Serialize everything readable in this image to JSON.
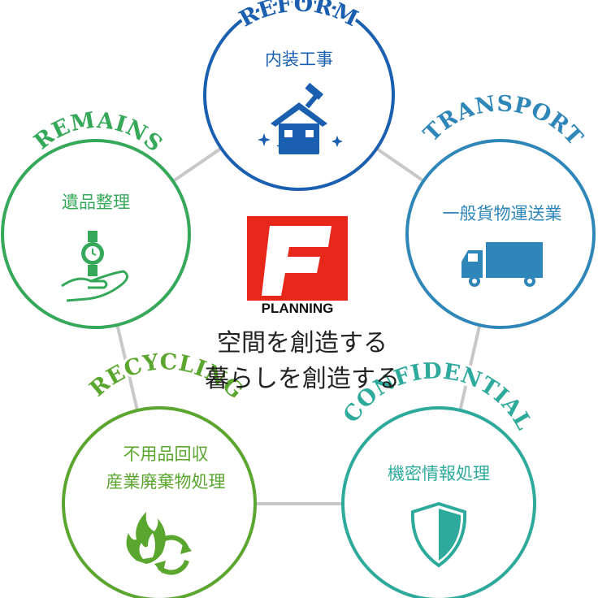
{
  "center": {
    "logo_letter": "F",
    "logo_word": "PLANNING",
    "tagline_1": "空間を創造する",
    "tagline_2": "暮らしを創造する",
    "logo_color": "#e8271b"
  },
  "nodes": [
    {
      "id": "reform",
      "title": "REFORM",
      "lines": [
        "内装工事"
      ],
      "color": "#1a5fb0",
      "icon": "house-with-hammer-icon"
    },
    {
      "id": "transport",
      "title": "TRANSPORT",
      "lines": [
        "一般貨物運送業"
      ],
      "color": "#2f86b8",
      "icon": "truck-icon"
    },
    {
      "id": "confidential",
      "title": "CONFIDENTIAL",
      "lines": [
        "機密情報処理"
      ],
      "color": "#2eaa9c",
      "icon": "shield-icon"
    },
    {
      "id": "recycling",
      "title": "RECYCLING",
      "lines": [
        "不用品回収",
        "産業廃棄物処理"
      ],
      "color": "#5ba62f",
      "icon": "fire-recycle-icon"
    },
    {
      "id": "remains",
      "title": "REMAINS",
      "lines": [
        "遺品整理"
      ],
      "color": "#35a85a",
      "icon": "hand-holding-watch-icon"
    }
  ],
  "connector_color": "#c8c8c8"
}
